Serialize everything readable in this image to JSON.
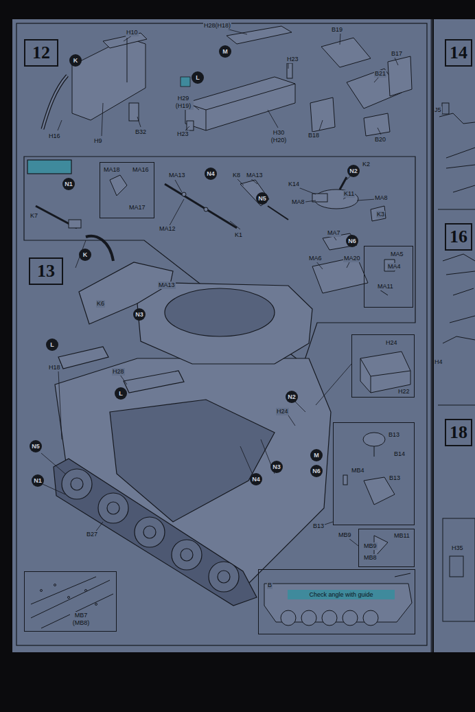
{
  "diagram": {
    "nodes": [
      {
        "text": [
          "12"
        ]
      },
      {
        "text": [
          "K"
        ]
      },
      {
        "text": [
          "L"
        ]
      },
      {
        "text": [
          "M"
        ]
      },
      {
        "text": [
          "14"
        ]
      },
      {
        "text": [
          "16"
        ]
      },
      {
        "text": [
          "N1"
        ]
      },
      {
        "text": [
          "MA18",
          "MA16",
          "MA17"
        ]
      },
      {
        "text": [
          "N4"
        ]
      },
      {
        "text": [
          "N5"
        ]
      },
      {
        "text": [
          "N2"
        ]
      },
      {
        "text": [
          "N3"
        ]
      },
      {
        "text": [
          "N6"
        ]
      },
      {
        "text": [
          "MA5",
          "MA4",
          "MA11"
        ]
      },
      {
        "text": [
          "13"
        ]
      },
      {
        "text": [
          "K"
        ]
      },
      {
        "text": [
          "L"
        ]
      },
      {
        "text": [
          "H24",
          "H22"
        ]
      },
      {
        "text": [
          "18"
        ]
      },
      {
        "text": [
          "N2"
        ]
      },
      {
        "text": [
          "L"
        ]
      },
      {
        "text": [
          "M"
        ]
      },
      {
        "text": [
          "N6"
        ]
      },
      {
        "text": [
          "N3"
        ]
      },
      {
        "text": [
          "N4"
        ]
      },
      {
        "text": [
          "B13",
          "B14",
          "MB4",
          "B13"
        ]
      },
      {
        "text": [
          "N5"
        ]
      },
      {
        "text": [
          "N1"
        ]
      },
      {
        "text": [
          "MB11",
          "MB9",
          "MB8"
        ]
      },
      {
        "text": [
          "MB7 (MB8)"
        ]
      },
      {
        "text": [
          "B"
        ]
      },
      {
        "text": [
          "Check angle with guide"
        ],
        "in": 30
      }
    ],
    "labels": [
      "H10",
      "H16",
      "H9",
      "B32",
      "H28(H18)",
      "H23",
      "H29 (H19)",
      "H23",
      "H30 (H20)",
      "B19",
      "B17",
      "B21",
      "B18",
      "B20",
      "J5",
      "K7",
      "MA13",
      "MA12",
      "K1",
      "K8",
      "MA13",
      "K2",
      "K14",
      "K11",
      "MA8",
      "MA8",
      "K3",
      "K6",
      "MA13",
      "MA7",
      "MA6",
      "MA20",
      "H4",
      "H18",
      "H28",
      "H24",
      "B27",
      "B13",
      "MB9",
      "H35"
    ]
  }
}
